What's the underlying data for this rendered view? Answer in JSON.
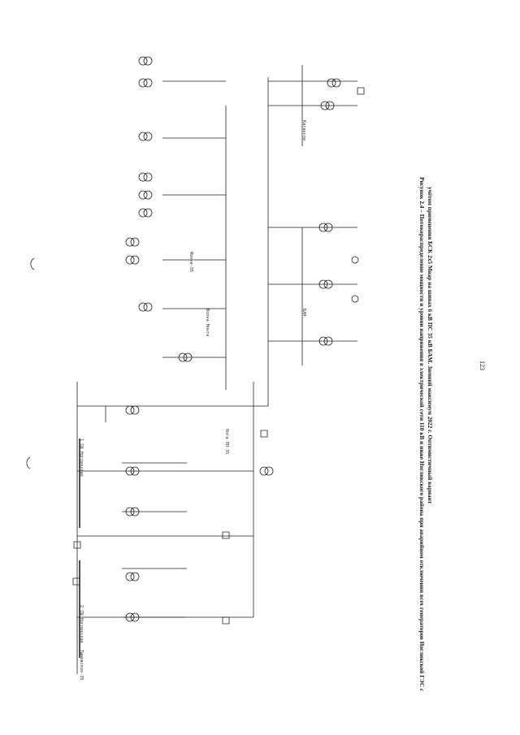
{
  "caption": {
    "line1": "Рисунок 2.4 – Потокораспределение мощности и уровни напряжения в электрической сети 110 кВ и ниже Ногликского района при аварийном отключении всех генераторов Ногликской ГЭС с",
    "line2": "учётом применения БСК 2х5 Мвар на шинах 6 кВ ПС 35 кВ БАМ. Зимний максимум 2022 г. Оптимистичный вариант"
  },
  "page_number": "123",
  "labels": {
    "substation_south": "Нога ПЛ-35",
    "bam": "БАМ",
    "katanghli": "Катангли",
    "nogliki_bus1": "1 СШ Ногликская",
    "nogliki_bus2": "2 СШ Ногликская",
    "tymovskoe": "Тымовское-35",
    "volna_monti": "Волна Монти",
    "monnie": "Монни-35"
  }
}
